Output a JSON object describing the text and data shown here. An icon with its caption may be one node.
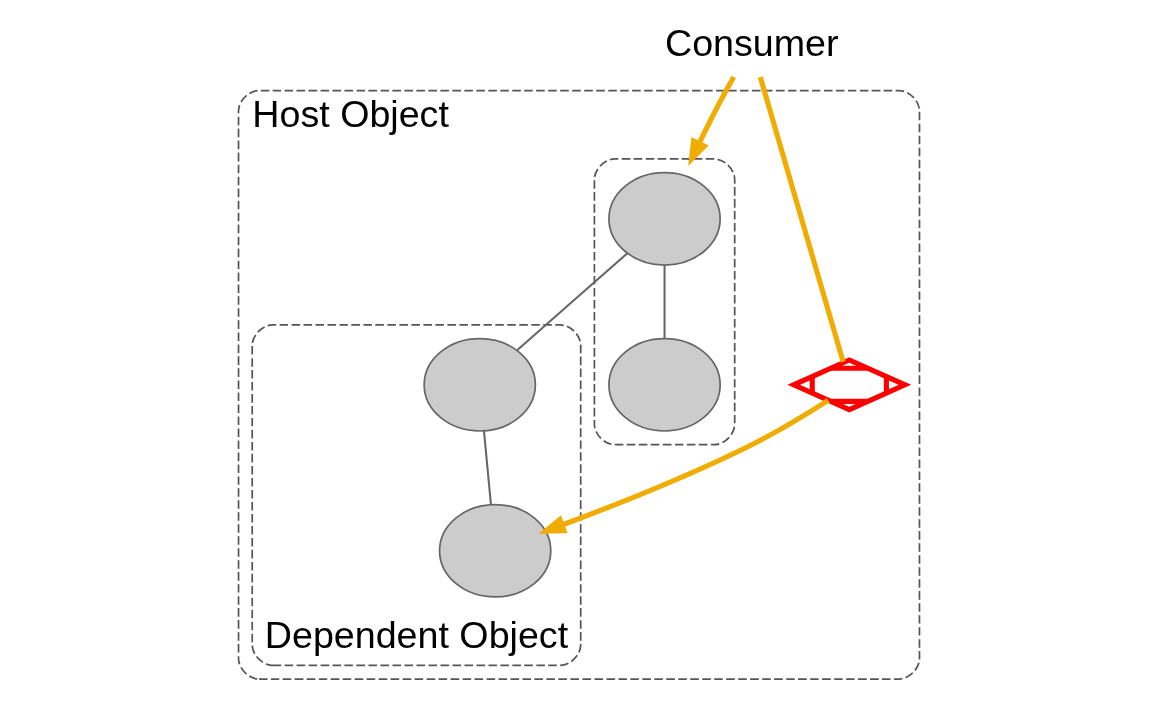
{
  "diagram": {
    "nodes": [
      {
        "text": [
          "Consumer"
        ]
      },
      {
        "text": [
          "Host Object"
        ]
      },
      {
        "text": [],
        "shape": "ellipse",
        "in": 1
      },
      {
        "text": [],
        "shape": "circle",
        "in": 2
      },
      {
        "text": [],
        "shape": "circle",
        "in": 2
      },
      {
        "text": [
          "Dependent Object"
        ],
        "in": 1
      },
      {
        "text": [],
        "shape": "circle",
        "in": 5
      },
      {
        "text": [],
        "shape": "circle",
        "in": 5
      },
      {
        "text": [],
        "shape": "cross",
        "in": 1
      }
    ],
    "edges": [
      {
        "from": 0,
        "to": 2,
        "arrow": "to",
        "color": "#f0ac00",
        "style": "thick"
      },
      {
        "from": 0,
        "to": 8,
        "arrow": "none",
        "color": "#f0ac00",
        "style": "thick"
      },
      {
        "from": 8,
        "to": 7,
        "arrow": "to",
        "color": "#f0ac00",
        "style": "thick"
      },
      {
        "from": 3,
        "to": 4,
        "arrow": "none",
        "color": "#666666"
      },
      {
        "from": 3,
        "to": 6,
        "arrow": "none",
        "color": "#666666"
      },
      {
        "from": 6,
        "to": 7,
        "arrow": "none",
        "color": "#666666"
      }
    ]
  }
}
